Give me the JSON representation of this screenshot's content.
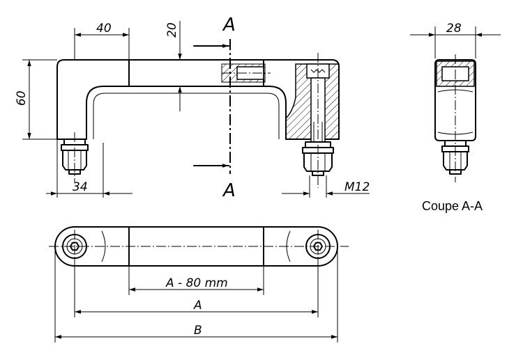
{
  "drawing": {
    "section_mark": "A",
    "section_caption": "Coupe A-A",
    "dims": {
      "top_width": "40",
      "bar_height": "20",
      "height": "60",
      "foot_width": "34",
      "thread": "M12",
      "section_width": "28",
      "grip_length": "A - 80 mm",
      "center_distance": "A",
      "overall_length": "B"
    }
  }
}
